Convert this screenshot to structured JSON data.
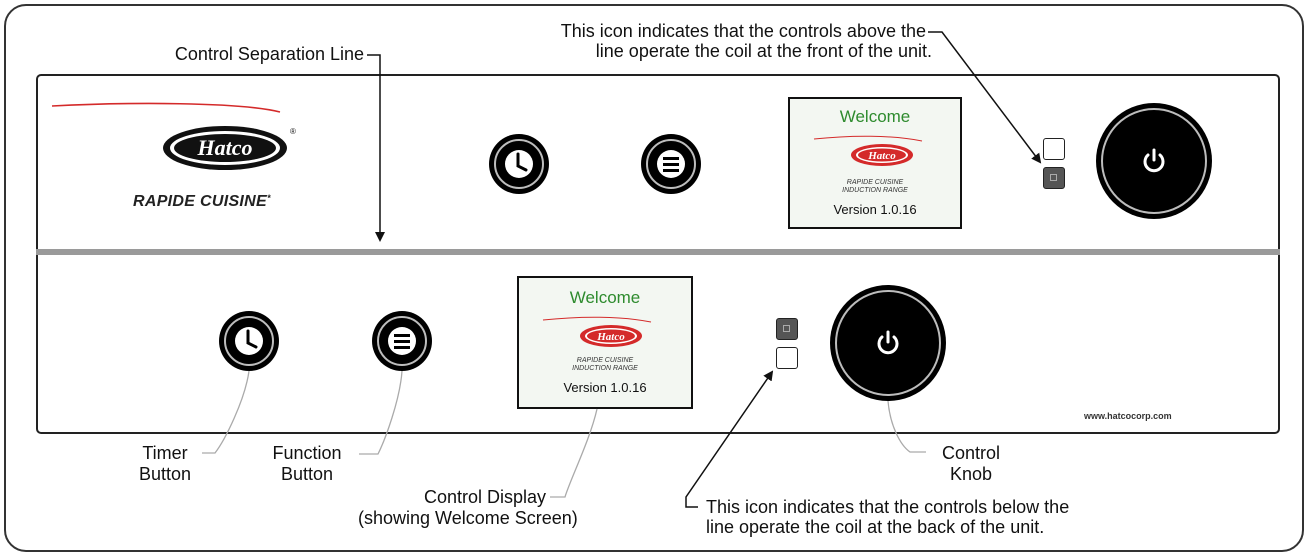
{
  "brand": {
    "logo_text": "Hatco",
    "product_name": "RAPIDE CUISINE",
    "registered_mark": "®",
    "website": "www.hatcocorp.com"
  },
  "front_display": {
    "welcome": "Welcome",
    "logo_text": "Hatco",
    "line1": "RAPIDE CUISINE",
    "line2": "INDUCTION RANGE",
    "version": "Version 1.0.16"
  },
  "back_display": {
    "welcome": "Welcome",
    "logo_text": "Hatco",
    "line1": "RAPIDE CUISINE",
    "line2": "INDUCTION RANGE",
    "version": "Version 1.0.16"
  },
  "callouts": {
    "separation_line": "Control Separation Line",
    "front_icon_line1": "This icon indicates that the controls above the",
    "front_icon_line2": "line operate the coil at the front of the unit.",
    "back_icon_line1": "This icon indicates that the controls below the",
    "back_icon_line2": "line operate the coil at the back of the unit.",
    "timer_line1": "Timer",
    "timer_line2": "Button",
    "function_line1": "Function",
    "function_line2": "Button",
    "display_line1": "Control Display",
    "display_line2": "(showing Welcome Screen)",
    "knob_line1": "Control",
    "knob_line2": "Knob"
  },
  "icons": {
    "timer": "clock-icon",
    "function": "menu-icon",
    "power": "power-icon",
    "coil_front": "front-coil-indicator-icon",
    "coil_back": "back-coil-indicator-icon"
  },
  "colors": {
    "welcome_green": "#2e8b2e",
    "logo_red": "#d42a2a",
    "button_black": "#000000",
    "separator_gray": "#9a9a9a"
  }
}
